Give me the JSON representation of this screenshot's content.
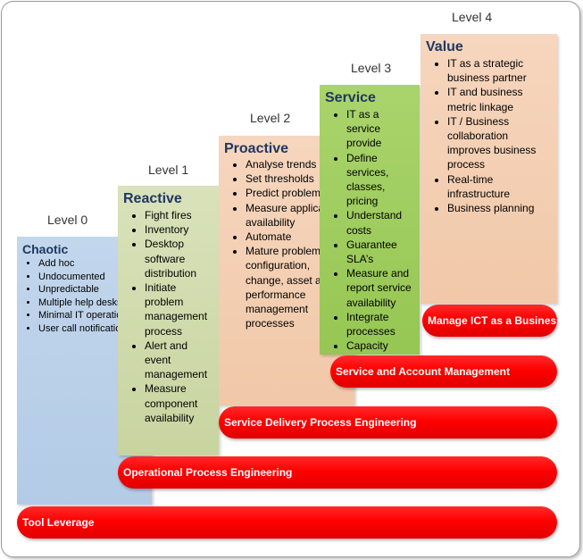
{
  "levels": [
    {
      "label": "Level 0",
      "title": "Chaotic",
      "items": [
        "Add hoc",
        "Undocumented",
        "Unpredictable",
        "Multiple help desks",
        "Minimal IT operations",
        "User call notification"
      ]
    },
    {
      "label": "Level 1",
      "title": "Reactive",
      "items": [
        "Fight fires",
        "Inventory",
        "Desktop software distribution",
        "Initiate problem management process",
        "Alert and event management",
        "Measure component availability"
      ]
    },
    {
      "label": "Level 2",
      "title": "Proactive",
      "items": [
        "Analyse trends",
        "Set thresholds",
        "Predict problems",
        "Measure application availability",
        "Automate",
        "Mature problem, configuration, change, asset and performance management processes"
      ]
    },
    {
      "label": "Level 3",
      "title": "Service",
      "items": [
        "IT as a service provide",
        "Define services, classes, pricing",
        "Understand costs",
        "Guarantee SLA’s",
        "Measure and report service availability",
        "Integrate processes",
        "Capacity management"
      ]
    },
    {
      "label": "Level 4",
      "title": "Value",
      "items": [
        "IT as a strategic business partner",
        "IT and business metric linkage",
        "IT / Business collaboration improves business process",
        "Real-time infrastructure",
        "Business planning"
      ]
    }
  ],
  "bars": [
    "Tool Leverage",
    "Operational Process Engineering",
    "Service Delivery Process Engineering",
    "Service and Account Management",
    "Manage ICT as a Business"
  ]
}
